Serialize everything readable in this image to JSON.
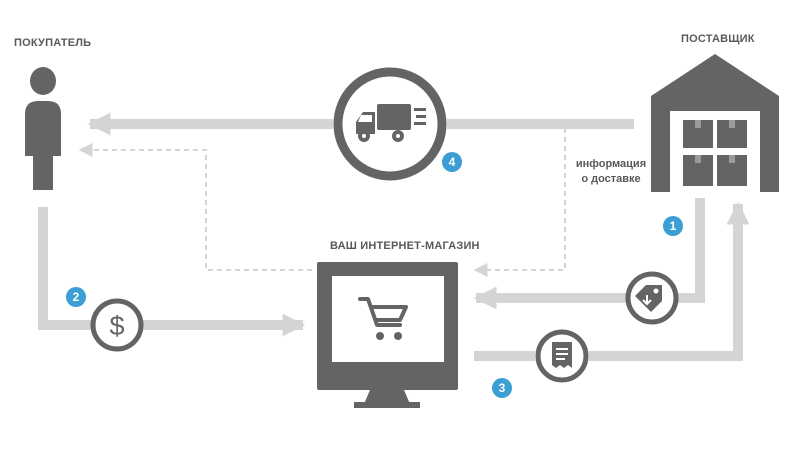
{
  "labels": {
    "buyer": "ПОКУПАТЕЛЬ",
    "supplier": "ПОСТАВЩИК",
    "store": "ВАШ ИНТЕРНЕТ-МАГАЗИН",
    "delivery_info_line1": "информация",
    "delivery_info_line2": "о доставке"
  },
  "steps": [
    "1",
    "2",
    "3",
    "4"
  ],
  "colors": {
    "icon": "#636466",
    "arrow": "#d3d4d5",
    "badge": "#3b9fd3",
    "text": "#58595b"
  },
  "icons": {
    "buyer": "person-icon",
    "supplier": "warehouse-icon",
    "store": "monitor-cart-icon",
    "delivery": "truck-icon",
    "payment": "dollar-icon",
    "order": "tag-icon",
    "invoice": "receipt-icon"
  }
}
